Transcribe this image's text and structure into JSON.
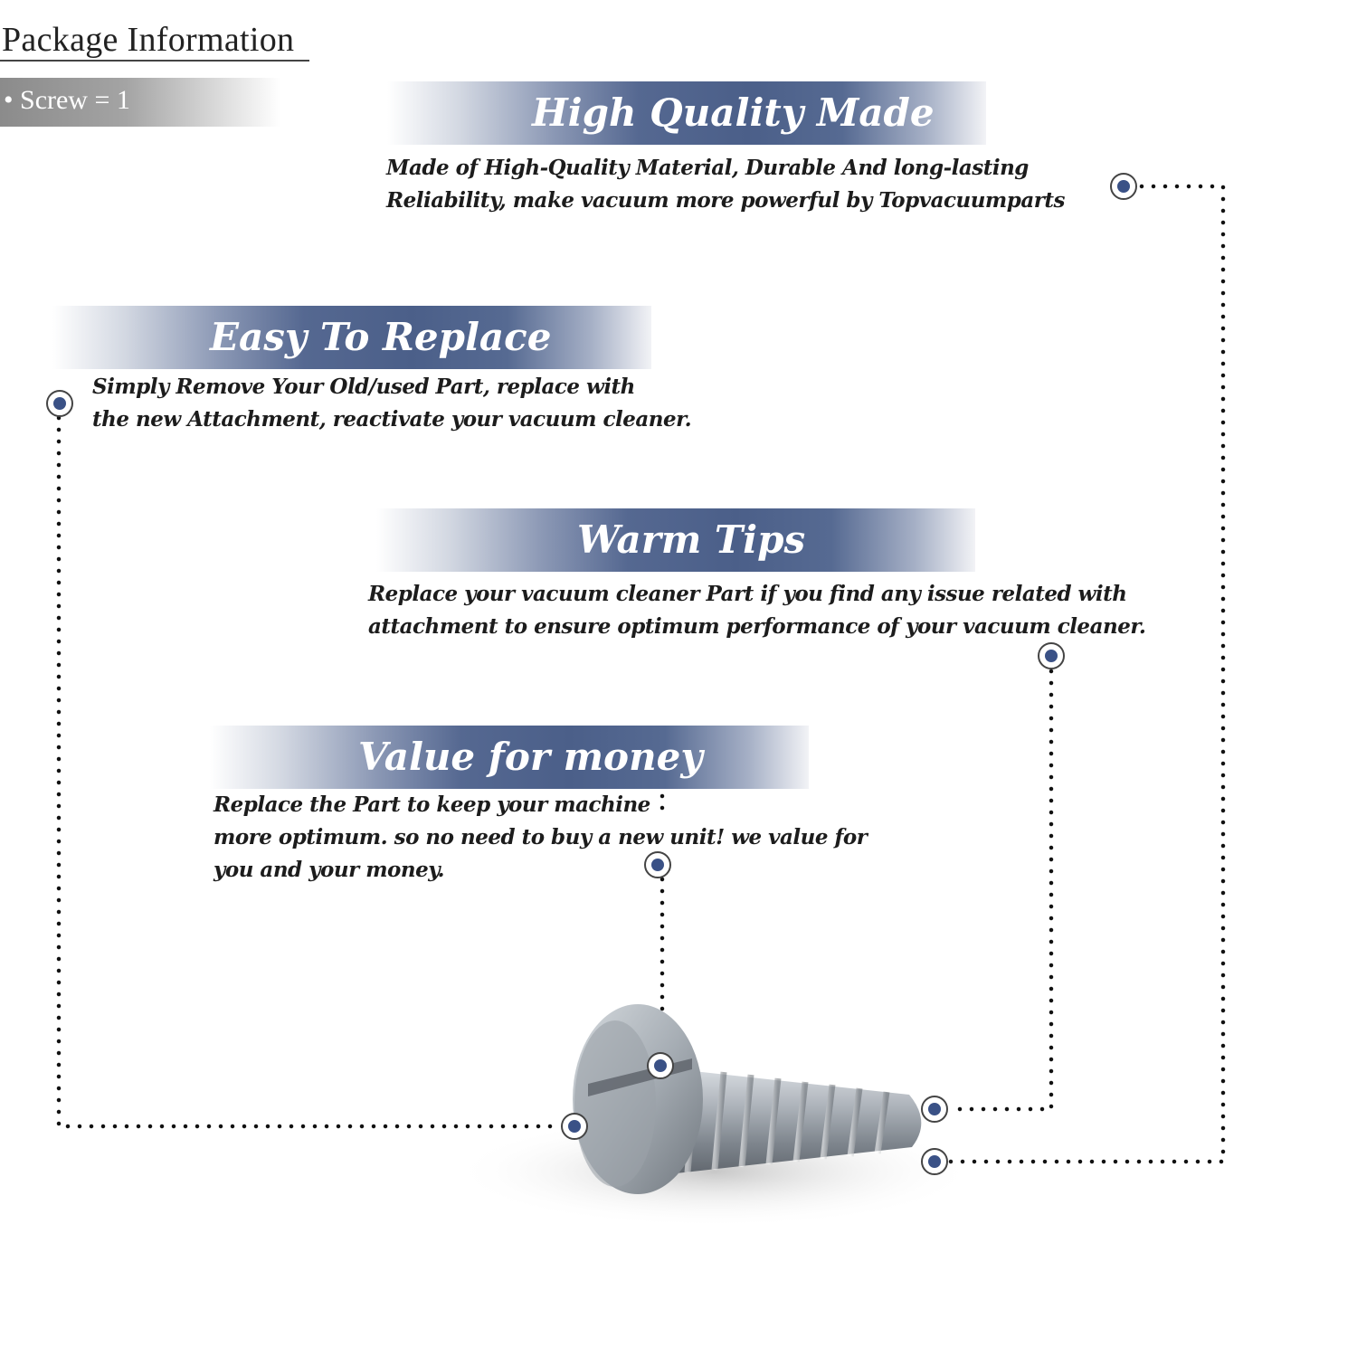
{
  "package": {
    "title": "Package Information",
    "item": "• Screw = 1"
  },
  "features": [
    {
      "title": "High Quality Made",
      "lines": [
        "Made of  High-Quality Material, Durable And long-lasting",
        "Reliability, make vacuum more powerful by Topvacuumparts"
      ]
    },
    {
      "title": "Easy To Replace",
      "lines": [
        "Simply Remove Your Old/used Part, replace with",
        "the new Attachment, reactivate your vacuum cleaner."
      ]
    },
    {
      "title": "Warm Tips",
      "lines": [
        "Replace your vacuum cleaner Part if you find any issue related with",
        " attachment to ensure optimum performance of your vacuum cleaner."
      ]
    },
    {
      "title": "Value for money",
      "lines": [
        "Replace the Part to keep your machine",
        "more optimum. so no need to buy a new unit! we value for",
        "you and your money."
      ]
    }
  ],
  "colors": {
    "banner_blue": "#4b5f89",
    "marker_blue": "#3a5186"
  },
  "image": {
    "subject": "slotted pan head screw"
  }
}
